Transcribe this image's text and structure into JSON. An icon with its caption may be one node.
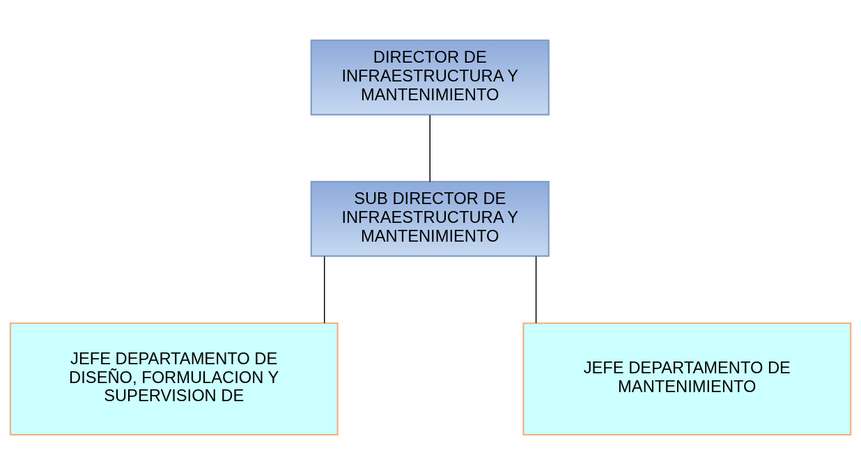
{
  "diagram": {
    "nodes": [
      {
        "text": [
          "DIRECTOR DE INFRAESTRUCTURA Y MANTENIMIENTO"
        ]
      },
      {
        "text": [
          "SUB DIRECTOR DE INFRAESTRUCTURA Y MANTENIMIENTO"
        ]
      },
      {
        "text": [
          "JEFE DEPARTAMENTO DE DISEÑO, FORMULACION Y SUPERVISION DE"
        ]
      },
      {
        "text": [
          "JEFE DEPARTAMENTO DE MANTENIMIENTO"
        ]
      }
    ],
    "edges": [
      {
        "from": 0,
        "to": 1,
        "arrow": "none"
      },
      {
        "from": 1,
        "to": 2,
        "arrow": "none"
      },
      {
        "from": 1,
        "to": 3,
        "arrow": "none"
      }
    ]
  }
}
